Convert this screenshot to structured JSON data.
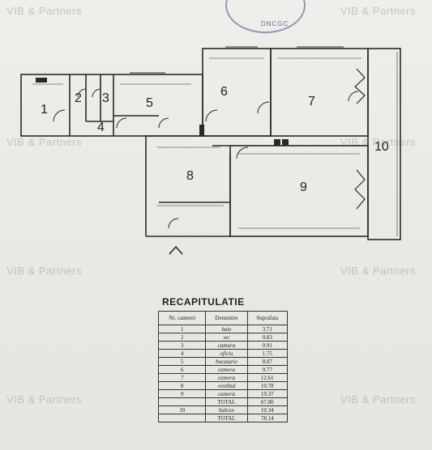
{
  "watermark": "VIB & Partners",
  "stamp_label": "DNCGC",
  "rooms": [
    {
      "num": "1"
    },
    {
      "num": "2"
    },
    {
      "num": "3"
    },
    {
      "num": "4"
    },
    {
      "num": "5"
    },
    {
      "num": "6"
    },
    {
      "num": "7"
    },
    {
      "num": "8"
    },
    {
      "num": "9"
    },
    {
      "num": "10"
    }
  ],
  "recap": {
    "title": "RECAPITULATIE",
    "headers": [
      "Nr. camerei",
      "Denumire",
      "Suprafata"
    ],
    "rows": [
      {
        "nr": "1",
        "name": "baie",
        "area": "3.71"
      },
      {
        "nr": "2",
        "name": "wc",
        "area": "0.83"
      },
      {
        "nr": "3",
        "name": "camara",
        "area": "0.91"
      },
      {
        "nr": "4",
        "name": "oficiu",
        "area": "1.75"
      },
      {
        "nr": "5",
        "name": "bucatarie",
        "area": "8.07"
      },
      {
        "nr": "6",
        "name": "camera",
        "area": "9.77"
      },
      {
        "nr": "7",
        "name": "camera",
        "area": "12.61"
      },
      {
        "nr": "8",
        "name": "vestibul",
        "area": "10.78"
      },
      {
        "nr": "9",
        "name": "camera",
        "area": "19.37"
      },
      {
        "nr": "",
        "name": "TOTAL",
        "area": "67.80"
      },
      {
        "nr": "10",
        "name": "balcon",
        "area": "10.34"
      },
      {
        "nr": "",
        "name": "TOTAL",
        "area": "78.14"
      }
    ]
  }
}
